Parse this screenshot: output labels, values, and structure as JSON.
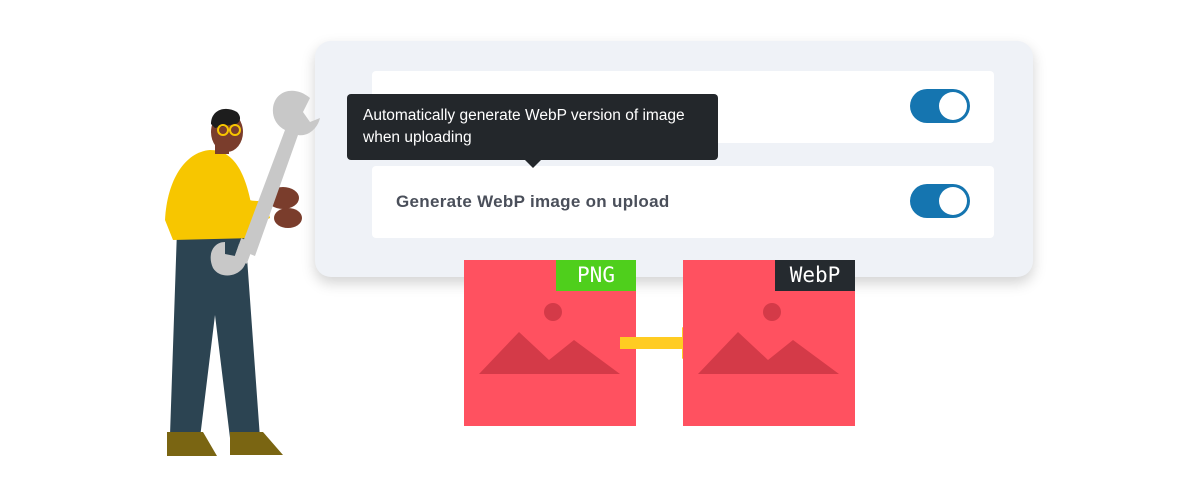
{
  "settings": {
    "rows": [
      {
        "label": "",
        "toggle_on": true
      },
      {
        "label": "Generate WebP image on upload",
        "toggle_on": true
      }
    ],
    "tooltip": "Automatically generate WebP version of image when uploading"
  },
  "conversion": {
    "from_format": "PNG",
    "to_format": "WebP"
  },
  "colors": {
    "toggle": "#1575b0",
    "card": "#ff5160",
    "png_badge": "#4fcf1c",
    "webp_badge": "#252a2f",
    "arrow": "#ffcc22"
  },
  "icons": [
    "image-placeholder-icon",
    "arrow-right-icon",
    "wrench-icon"
  ]
}
